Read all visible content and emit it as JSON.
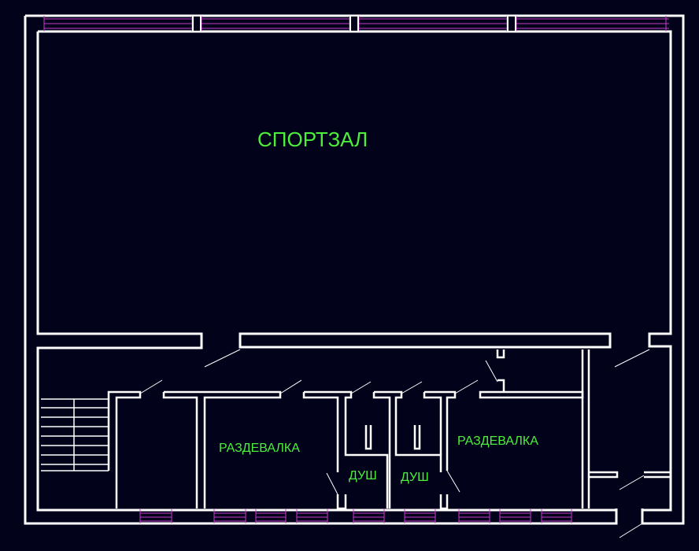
{
  "rooms": {
    "gym": "СПОРТЗАЛ",
    "locker_left": "РАЗДЕВАЛКА",
    "locker_right": "РАЗДЕВАЛКА",
    "shower_left": "ДУШ",
    "shower_right": "ДУШ"
  },
  "colors": {
    "background": "#02021b",
    "walls": "#ffffff",
    "windows": "#c83cc8",
    "labels": "#4cf03a"
  }
}
